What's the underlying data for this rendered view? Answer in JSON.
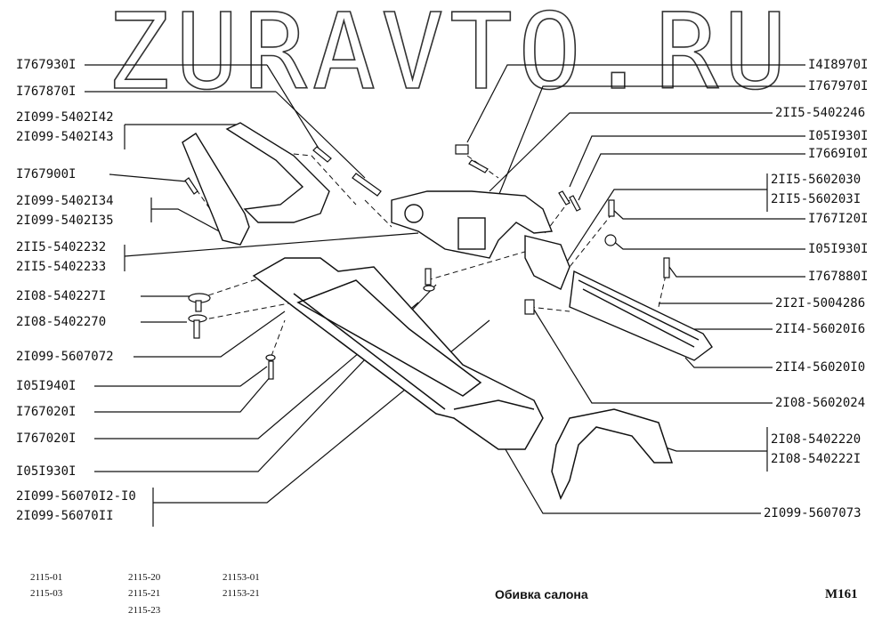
{
  "watermark": "ZURAVTO.RU",
  "left_labels": [
    "I767930I",
    "I767870I",
    "2I099-5402I42",
    "2I099-5402I43",
    "I767900I",
    "2I099-5402I34",
    "2I099-5402I35",
    "2II5-5402232",
    "2II5-5402233",
    "2I08-540227I",
    "2I08-5402270",
    "2I099-5607072",
    "I05I940I",
    "I767020I",
    "I767020I",
    "I05I930I",
    "2I099-56070I2-I0",
    "2I099-56070II"
  ],
  "right_labels": [
    "I4I8970I",
    "I767970I",
    "2II5-5402246",
    "I05I930I",
    "I7669I0I",
    "2II5-5602030",
    "2II5-560203I",
    "I767I20I",
    "I05I930I",
    "I767880I",
    "2I2I-5004286",
    "2II4-56020I6",
    "2II4-56020I0",
    "2I08-5602024",
    "2I08-5402220",
    "2I08-540222I",
    "2I099-5607073"
  ],
  "models": {
    "col1": [
      "2115-01",
      "2115-03"
    ],
    "col2": [
      "2115-20",
      "2115-21",
      "2115-23"
    ],
    "col3": [
      "21153-01",
      "21153-21"
    ]
  },
  "title": "Обивка салона",
  "page_code": "M161"
}
